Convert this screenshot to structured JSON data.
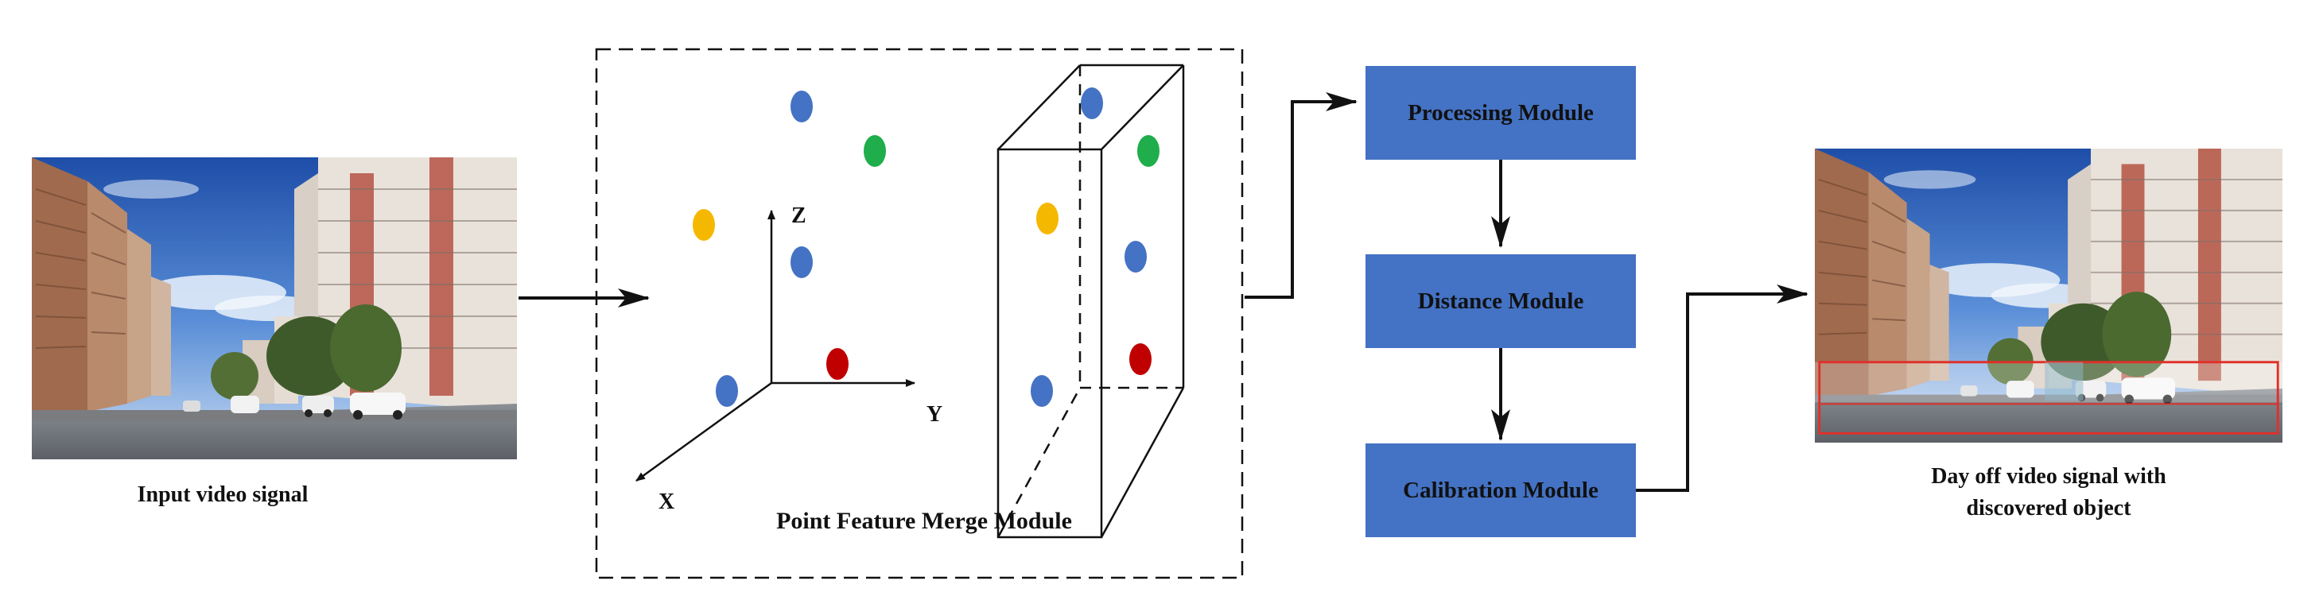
{
  "input": {
    "caption": "Input video signal"
  },
  "merge": {
    "caption": "Point Feature Merge Module",
    "axes": {
      "x": "X",
      "y": "Y",
      "z": "Z"
    }
  },
  "modules": [
    {
      "label": "Processing Module"
    },
    {
      "label": "Distance Module"
    },
    {
      "label": "Calibration Module"
    }
  ],
  "output": {
    "caption_line1": "Day off video signal with",
    "caption_line2": "discovered object"
  },
  "colors": {
    "module_fill": "#4472C4",
    "blue_point": "#4472C4",
    "green_point": "#1FAE4B",
    "yellow_point": "#F5B800",
    "red_point": "#C00000",
    "detection_box": "#E0302A"
  }
}
